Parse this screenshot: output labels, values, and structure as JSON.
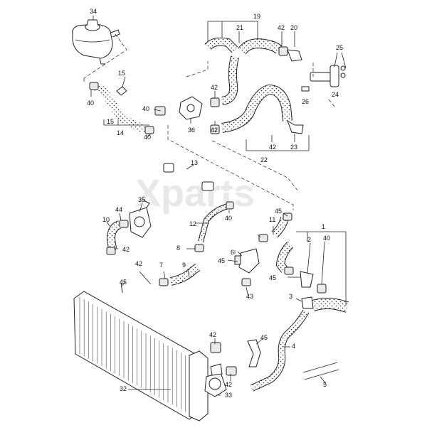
{
  "diagram": {
    "watermark": "Xparts",
    "labels": [
      "34",
      "19",
      "21",
      "42",
      "20",
      "25",
      "15",
      "40",
      "40",
      "42",
      "24",
      "26",
      "36",
      "42",
      "42",
      "23",
      "22",
      "15",
      "14",
      "40",
      "13",
      "35",
      "44",
      "10",
      "42",
      "12",
      "40",
      "11",
      "45",
      "1",
      "6",
      "45",
      "43",
      "2",
      "45",
      "40",
      "8",
      "42",
      "7",
      "9",
      "45",
      "42",
      "3",
      "4",
      "45",
      "42",
      "32",
      "33",
      "5"
    ]
  }
}
